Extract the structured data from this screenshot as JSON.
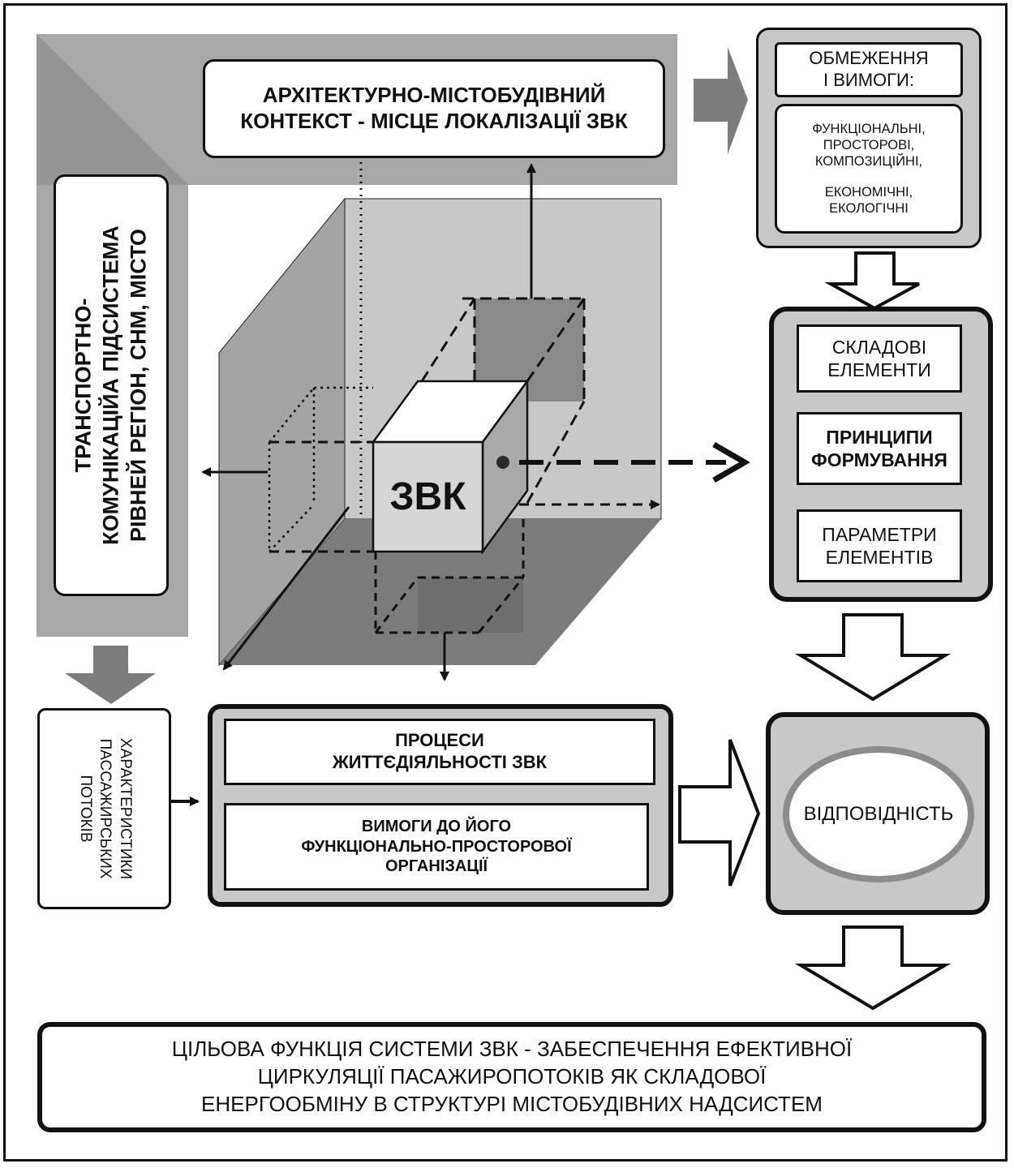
{
  "colors": {
    "dark_gray": "#808080",
    "mid_gray": "#a8a8a8",
    "light_gray": "#c8c8c8",
    "outline": "#111111",
    "ring": "#8c8c8c"
  },
  "context_box": "АРХІТЕКТУРНО-МІСТОБУДІВНИЙ\nКОНТЕКСТ - МІСЦЕ ЛОКАЛІЗАЦІЇ ЗВК",
  "transport_box": "ТРАНСПОРТНО-\nКОМУНІКАЦІЙА ПІДСИСТЕМА\nРІВНЕЙ РЕГІОН, СНМ, МІСТО",
  "center_cube": "ЗВК",
  "constraints": {
    "title": "ОБМЕЖЕННЯ\nІ ВИМОГИ:",
    "types_1": "ФУНКЦІОНАЛЬНІ,\nПРОСТОРОВІ,\nКОМПОЗИЦІЙНІ,",
    "types_2": "ЕКОНОМІЧНІ,\nЕКОЛОГІЧНІ"
  },
  "components": {
    "item1": "СКЛАДОВІ\nЕЛЕМЕНТИ",
    "item2": "ПРИНЦИПИ\nФОРМУВАННЯ",
    "item3": "ПАРАМЕТРИ\nЕЛЕМЕНТІВ"
  },
  "flows_box": "ХАРАКТЕРИСТИКИ\nПАССАЖИРСЬКИХ\nПОТОКІВ",
  "processes": {
    "title": "ПРОЦЕСИ\nЖИТТЄДІЯЛЬНОСТІ  ЗВК",
    "requirements": "ВИМОГИ ДО  ЙОГО\nФУНКЦІОНАЛЬНО-ПРОСТОРОВОЇ\nОРГАНІЗАЦІЇ"
  },
  "compliance": "ВІДПОВІДНІСТЬ",
  "goal": "ЦІЛЬОВА  ФУНКЦІЯ СИСТЕМИ ЗВК - ЗАБЕСПЕЧЕННЯ ЕФЕКТИВНОЇ\nЦИРКУЛЯЦІЇ ПАСАЖИРОПОТОКІВ ЯК СКЛАДОВОЇ\nЕНЕРГООБМІНУ  В СТРУКТУРІ МІСТОБУДІВНИХ НАДСИСТЕМ"
}
